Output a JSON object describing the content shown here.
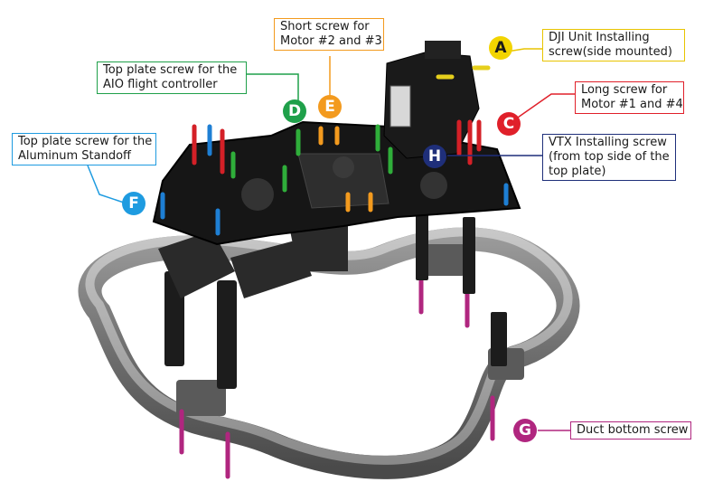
{
  "callouts": {
    "a": {
      "letter": "A",
      "line1": "DJI Unit Installing",
      "line2": "screw(side mounted)",
      "color": "#f2d400",
      "border": "#e8c400"
    },
    "b_d": {
      "letter": "D",
      "line1": "Top plate screw for the",
      "line2": "AIO flight controller",
      "color": "#1fa04a"
    },
    "c": {
      "letter": "C",
      "line1": "Long screw for",
      "line2": "Motor #1 and #4",
      "color": "#e0202a"
    },
    "e": {
      "letter": "E",
      "line1": "Short screw for",
      "line2": "Motor #2 and #3",
      "color": "#f39a1e"
    },
    "f": {
      "letter": "F",
      "line1": "Top plate screw for the",
      "line2": "Aluminum Standoff",
      "color": "#1e9be0"
    },
    "h": {
      "letter": "H",
      "line1": "VTX Installing screw",
      "line2": "(from top side of the",
      "line3": "top plate)",
      "color": "#1f2f7a"
    },
    "g": {
      "letter": "G",
      "line1": "Duct bottom screw",
      "color": "#b0267f"
    }
  }
}
